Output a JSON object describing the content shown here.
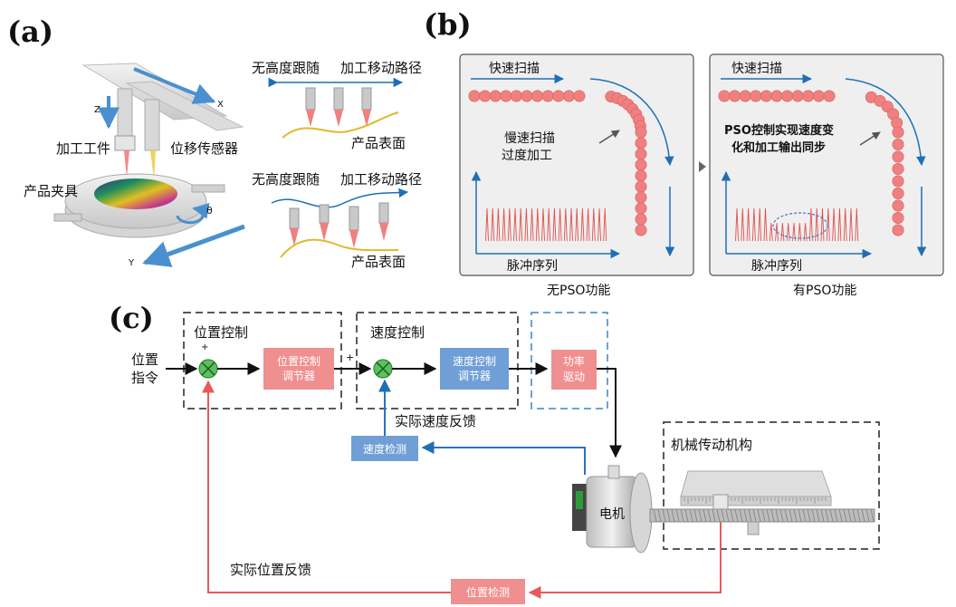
{
  "panel_a": {
    "letter": "(a)",
    "axis_x": "X",
    "axis_y": "Y",
    "axis_z": "Z",
    "axis_theta": "θ",
    "workpiece_label": "加工工件",
    "sensor_label": "位移传感器",
    "fixture_label": "产品夹具",
    "top_no_follow": "无高度跟随",
    "top_path": "加工移动路径",
    "top_surface": "产品表面",
    "bot_no_follow": "无高度跟随",
    "bot_path": "加工移动路径",
    "bot_surface": "产品表面"
  },
  "panel_b": {
    "letter": "(b)",
    "left": {
      "fast_scan": "快速扫描",
      "slow_scan_line1": "慢速扫描",
      "slow_scan_line2": "过度加工",
      "pulse_seq": "脉冲序列",
      "caption": "无PSO功能"
    },
    "right": {
      "fast_scan": "快速扫描",
      "pso_line1": "PSO控制实现速度变",
      "pso_line2": "化和加工输出同步",
      "pulse_seq": "脉冲序列",
      "caption": "有PSO功能"
    },
    "colors": {
      "dot": "#f08080",
      "arrow": "#1f6fb5",
      "pulse": "#e05050"
    }
  },
  "panel_c": {
    "letter": "(c)",
    "position_control": "位置控制",
    "speed_control": "速度控制",
    "pos_cmd_line1": "位置",
    "pos_cmd_line2": "指令",
    "plus1": "+",
    "plus2": "+",
    "pos_ctrl_line1": "位置控制",
    "pos_ctrl_line2": "调节器",
    "spd_ctrl_line1": "速度控制",
    "spd_ctrl_line2": "调节器",
    "power_line1": "功率",
    "power_line2": "驱动",
    "speed_feedback": "实际速度反馈",
    "speed_detect": "速度检测",
    "mech": "机械传动机构",
    "motor": "电机",
    "pos_feedback": "实际位置反馈",
    "pos_detect": "位置检测",
    "colors": {
      "red_box": "#f08f8f",
      "blue_box": "#6f9fd6",
      "red_line": "#e55b5b",
      "blue_line": "#2b72c2",
      "sum": "#44b04a"
    }
  }
}
